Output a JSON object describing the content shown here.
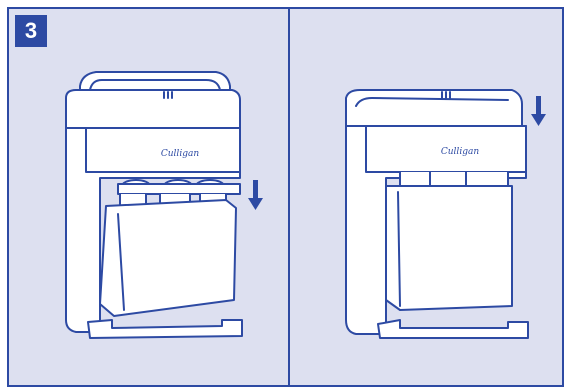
{
  "step": {
    "number": "3"
  },
  "brand": {
    "logo_text": "Culligan"
  },
  "colors": {
    "accent": "#2d4aa3",
    "panel_bg": "#dde0f0",
    "line": "#2d4aa3"
  },
  "panels": [
    {
      "name": "before-install",
      "arrow": "down-arrow-icon"
    },
    {
      "name": "after-install",
      "arrow": "down-arrow-icon"
    }
  ]
}
